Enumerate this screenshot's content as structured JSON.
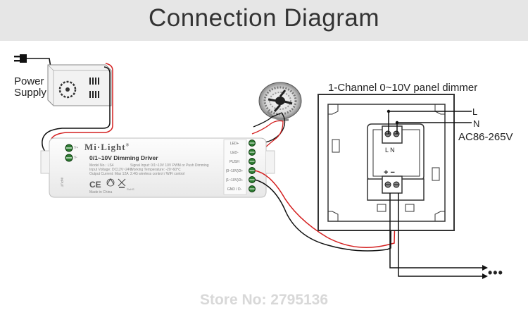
{
  "header": {
    "title": "Connection Diagram"
  },
  "power_supply": {
    "label_line1": "Power",
    "label_line2": "Supply"
  },
  "driver": {
    "brand": "Mi·Light",
    "registered": "®",
    "model": "0/1~10V Dimming Driver",
    "specs_left": [
      "Model No.: LS4",
      "Input Voltage: DC12V~24V",
      "Output Current: Max 12A"
    ],
    "specs_right": [
      "Signal Input: 0/1~10V 10V PWM or Push Dimming",
      "Working Temperature: -20~60℃",
      "2.4G wireless control / WiFi control"
    ],
    "made_in": "Made in China",
    "input_label": "INPUT",
    "input_pins": [
      "V+",
      "V-"
    ],
    "output_pins": [
      "LED+",
      "LED-",
      "PUSH",
      "(0~10V)D+",
      "(1~10V)D+",
      "GND / D-"
    ],
    "certs": [
      "CE",
      "RoHS"
    ]
  },
  "panel_dimmer": {
    "title": "1-Channel 0~10V panel dimmer",
    "terminal_top_labels": "L N",
    "terminal_bottom_labels": "+ −",
    "wire_labels": [
      "L",
      "N"
    ],
    "ac_input": "AC86-265V",
    "continuation": "•••"
  },
  "footer": {
    "store": "Store No: 2795136"
  },
  "colors": {
    "banner": "#e6e6e6",
    "wire_red": "#d42020",
    "wire_black": "#111111",
    "terminal_green": "#2e7d32"
  }
}
